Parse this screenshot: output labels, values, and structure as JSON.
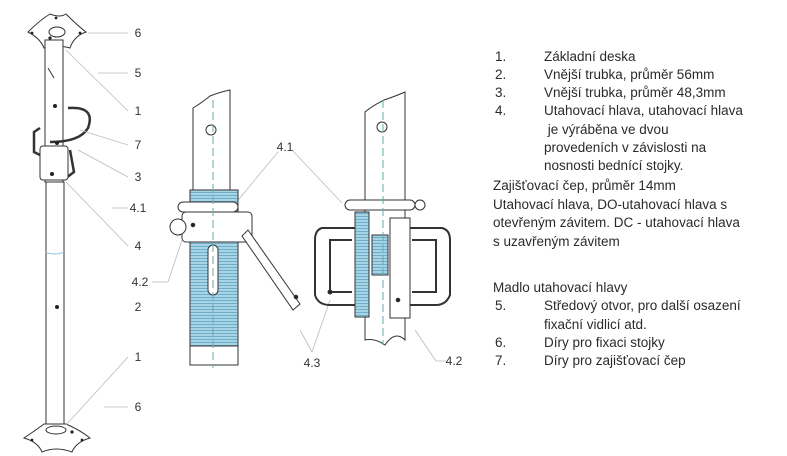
{
  "callouts": {
    "left": [
      "6",
      "5",
      "1",
      "7",
      "3",
      "4.1",
      "4",
      "4.2",
      "2",
      "1",
      "6"
    ],
    "middle_4_1": "4.1",
    "middle_4_3": "4.3",
    "right_4_2": "4.2"
  },
  "legend": {
    "items": [
      {
        "num": "1.",
        "text": "Základní deska"
      },
      {
        "num": "2.",
        "text": "Vnější trubka, průměr 56mm"
      },
      {
        "num": "3.",
        "text": "Vnější trubka, průměr 48,3mm"
      },
      {
        "num": "4.",
        "text": "Utahovací hlava, utahovací hlava"
      }
    ],
    "item4_cont": [
      " je výráběna ve dvou",
      "provedeních v závislosti na",
      "nosnosti bednící stojky."
    ],
    "free_lines": [
      "Zajišťovací čep, průměr 14mm",
      "Utahovací hlava, DO-utahovací hlava s",
      "otevřeným závitem. DC - utahovací hlava",
      "s uzavřeným závitem"
    ],
    "handle_heading": "Madlo utahovací hlavy",
    "items2": [
      {
        "num": "5.",
        "text": "Středový otvor, pro další osazení"
      },
      {
        "num": "6.",
        "text": "Díry pro fixaci stojky"
      },
      {
        "num": "7.",
        "text": "Díry pro zajišťovací čep"
      }
    ],
    "item5_cont": "fixační vidlicí atd."
  },
  "colors": {
    "thread": "#8fc6dd",
    "line": "#333333",
    "leader": "#bbbbbb"
  }
}
